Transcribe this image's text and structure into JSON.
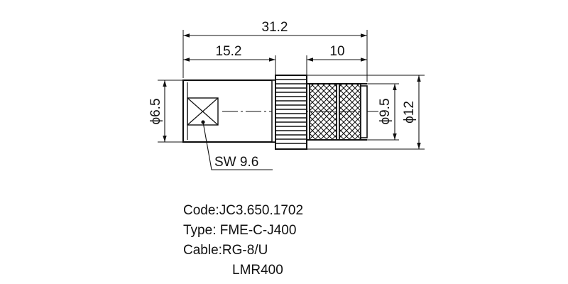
{
  "dimensions": {
    "overall_length": "31.2",
    "body_length": "15.2",
    "knurl_length": "10",
    "cable_diameter": "ϕ6.5",
    "knurl_diameter": "ϕ9.5",
    "outer_diameter": "ϕ12",
    "wrench_size": "SW 9.6"
  },
  "specs": {
    "code": "Code:JC3.650.1702",
    "type": "Type: FME-C-J400",
    "cable": "Cable:RG-8/U",
    "cable_alt": "LMR400"
  },
  "colors": {
    "line": "#111111",
    "background": "#ffffff"
  }
}
